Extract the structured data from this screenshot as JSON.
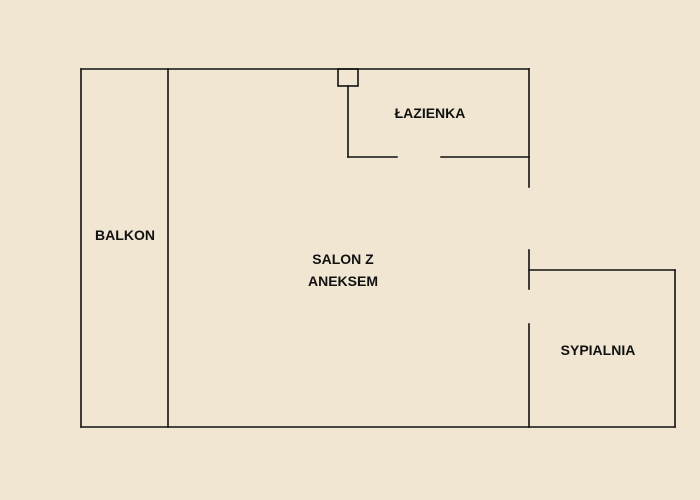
{
  "floorplan": {
    "rooms": {
      "balkon": "BALKON",
      "lazienka": "ŁAZIENKA",
      "salon_line1": "SALON Z",
      "salon_line2": "ANEKSEM",
      "sypialnia": "SYPIALNIA"
    },
    "colors": {
      "background": "#f1e6d2",
      "wall": "#111111"
    }
  }
}
